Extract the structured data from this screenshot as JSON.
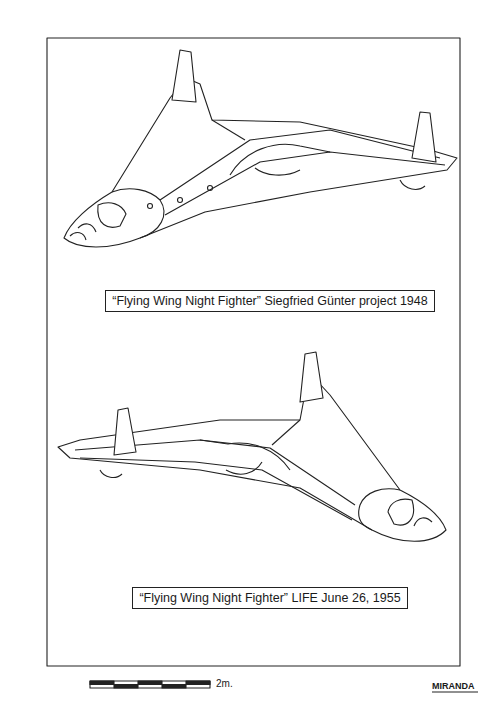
{
  "diagram": {
    "nodes": [
      {
        "text": [
          "“Flying Wing Night Fighter” Siegfried Günter project 1948"
        ]
      },
      {
        "text": [
          "“Flying Wing Night Fighter” LIFE June 26, 1955"
        ]
      }
    ],
    "labels": [
      "2m.",
      "MIRANDA"
    ]
  }
}
